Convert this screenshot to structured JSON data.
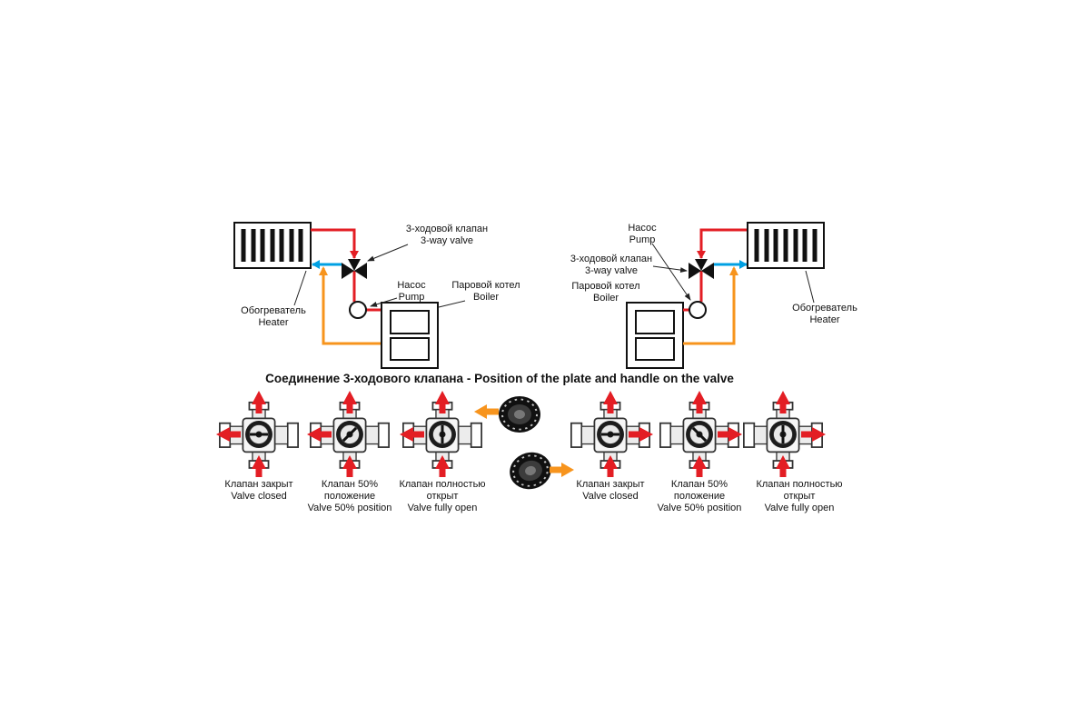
{
  "colors": {
    "hot_pipe": "#e31e24",
    "cold_pipe": "#00a0e3",
    "return_pipe": "#f7941d",
    "diagram_line": "#111111"
  },
  "section_title": "Соединение 3-ходового клапана - Position of the plate and handle on the valve",
  "left_diagram": {
    "valve_label_ru": "3-ходовой клапан",
    "valve_label_en": "3-way valve",
    "pump_label_ru": "Насос",
    "pump_label_en": "Pump",
    "boiler_label_ru": "Паровой котел",
    "boiler_label_en": "Boiler",
    "heater_label_ru": "Обогреватель",
    "heater_label_en": "Heater"
  },
  "right_diagram": {
    "pump_label_ru": "Насос",
    "pump_label_en": "Pump",
    "valve_label_ru": "3-ходовой клапан",
    "valve_label_en": "3-way valve",
    "boiler_label_ru": "Паровой котел",
    "boiler_label_en": "Boiler",
    "heater_label_ru": "Обогреватель",
    "heater_label_en": "Heater"
  },
  "valve_positions": [
    {
      "ru": "Клапан закрыт",
      "ru2": "",
      "en": "Valve closed"
    },
    {
      "ru": "Клапан 50%",
      "ru2": "положение",
      "en": "Valve 50% position"
    },
    {
      "ru": "Клапан полностью открыт",
      "ru2": "",
      "en": "Valve fully open"
    },
    {
      "ru": "Клапан закрыт",
      "ru2": "",
      "en": "Valve closed"
    },
    {
      "ru": "Клапан 50%",
      "ru2": "положение",
      "en": "Valve 50% position"
    },
    {
      "ru": "Клапан полностью открыт",
      "ru2": "",
      "en": "Valve fully open"
    }
  ]
}
